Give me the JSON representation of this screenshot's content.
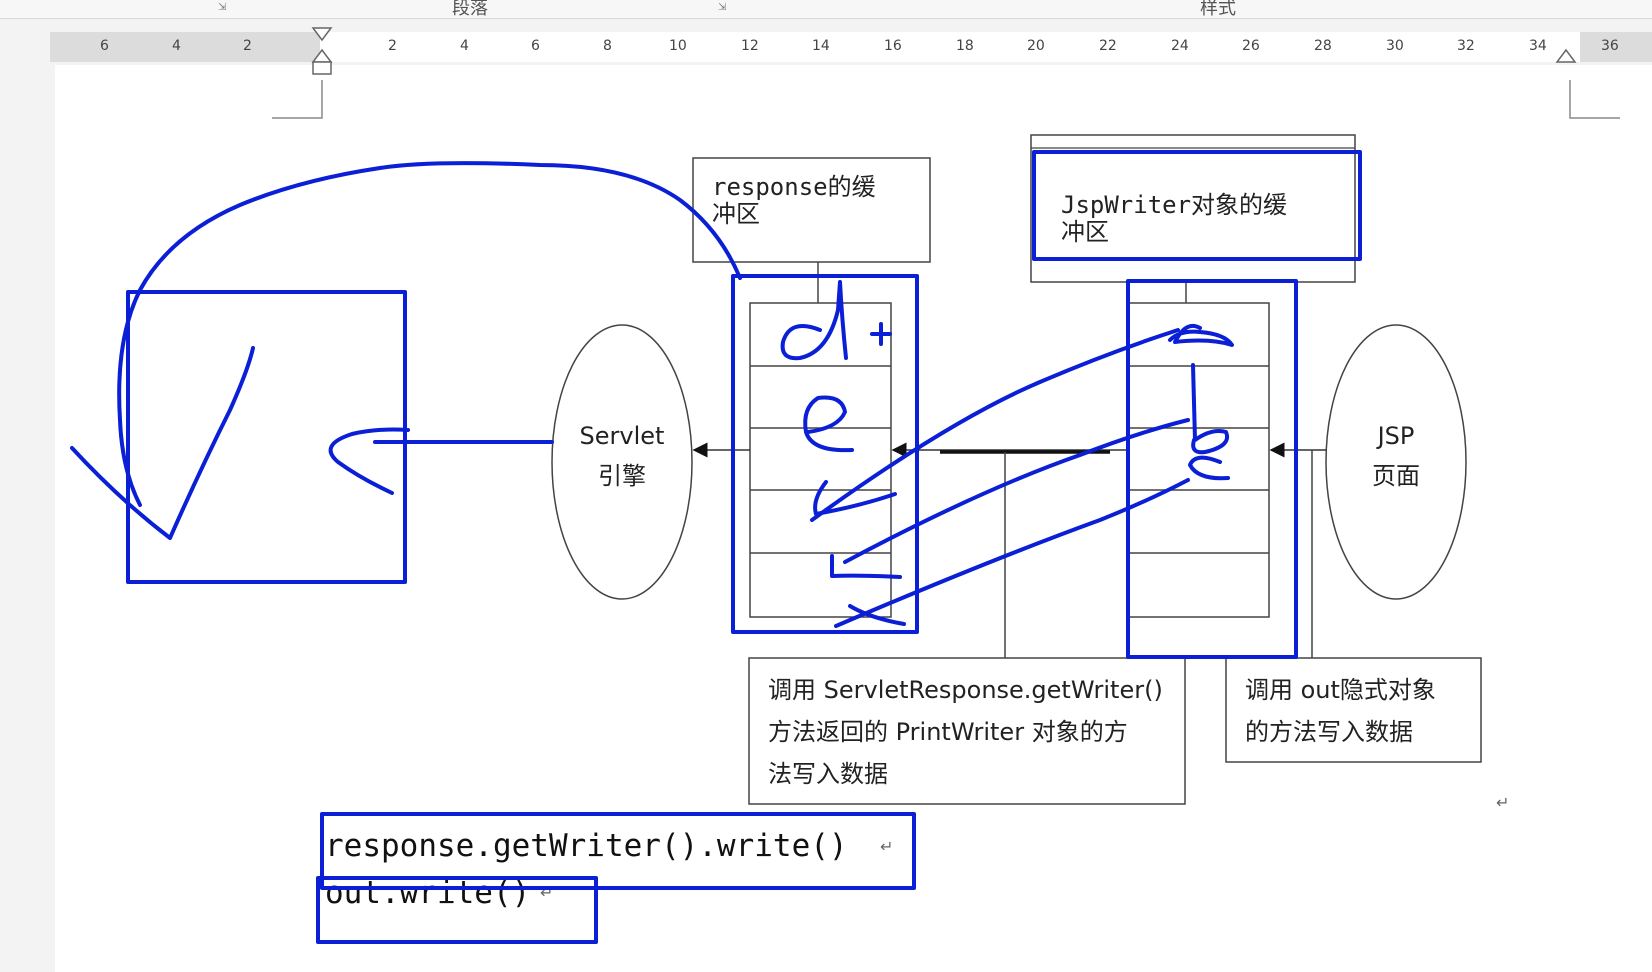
{
  "ribbon": {
    "group_paragraph": "段落",
    "group_styles": "样式"
  },
  "ruler": {
    "ticks": [
      "6",
      "4",
      "2",
      "2",
      "4",
      "6",
      "8",
      "10",
      "12",
      "14",
      "16",
      "18",
      "20",
      "22",
      "24",
      "26",
      "28",
      "30",
      "32",
      "34",
      "36"
    ]
  },
  "diagram": {
    "response_buffer_line1": "response的缓",
    "response_buffer_line2": "冲区",
    "jspwriter_buffer_line1": "JspWriter对象的缓",
    "jspwriter_buffer_line2": "冲区",
    "servlet_engine_line1": "Servlet",
    "servlet_engine_line2": "引擎",
    "jsp_page_line1": "JSP",
    "jsp_page_line2": "页面",
    "callout_printwriter_line1": "调用 ServletResponse.getWriter()",
    "callout_printwriter_line2": "方法返回的 PrintWriter 对象的方",
    "callout_printwriter_line3": "法写入数据",
    "callout_out_line1": "调用 out隐式对象",
    "callout_out_line2": "的方法写入数据"
  },
  "code": {
    "line1": "response.getWriter().write()",
    "line2": "out.write()"
  },
  "colors": {
    "ink": "#0a1fd6",
    "diagram_line": "#555555"
  }
}
